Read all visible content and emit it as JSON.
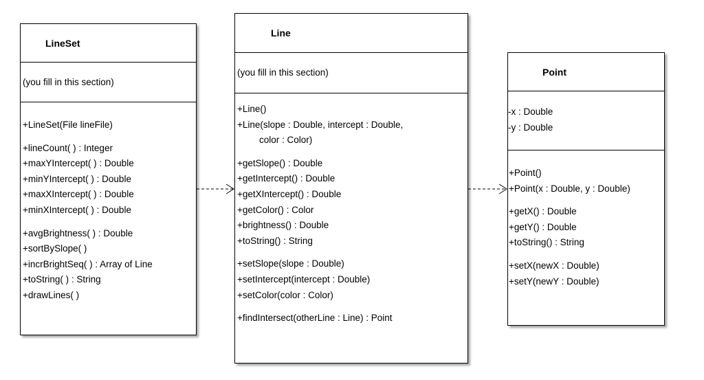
{
  "lineset": {
    "title": "LineSet",
    "attributes_note": "(you fill in this section)",
    "methods": [
      "+LineSet(File lineFile)",
      "+lineCount( ) : Integer",
      "+maxYIntercept( ) : Double",
      "+minYIntercept( ) : Double",
      "+maxXIntercept( ) : Double",
      "+minXIntercept( ) : Double",
      "+avgBrightness( ) : Double",
      "+sortBySlope( )",
      "+incrBrightSeq( ) : Array of Line",
      "+toString( ) : String",
      "+drawLines( )"
    ]
  },
  "line": {
    "title": "Line",
    "attributes_note": "(you fill in this section)",
    "methods": [
      "+Line()",
      "+Line(slope : Double, intercept : Double,",
      "color : Color)",
      "+getSlope() : Double",
      "+getIntercept() : Double",
      "+getXIntercept() : Double",
      "+getColor() : Color",
      "+brightness() : Double",
      "+toString() : String",
      "+setSlope(slope : Double)",
      "+setIntercept(intercept : Double)",
      "+setColor(color : Color)",
      "+findIntersect(otherLine : Line) : Point"
    ]
  },
  "point": {
    "title": "Point",
    "attributes": [
      "-x : Double",
      "-y : Double"
    ],
    "methods": [
      "+Point()",
      "+Point(x : Double, y : Double)",
      "+getX() : Double",
      "+getY() : Double",
      "+toString() : String",
      "+setX(newX : Double)",
      "+setY(newY : Double)"
    ]
  },
  "relationships": [
    {
      "from": "LineSet",
      "to": "Line",
      "kind": "dependency"
    },
    {
      "from": "Line",
      "to": "Point",
      "kind": "dependency"
    }
  ],
  "colors": {
    "border": "#000000",
    "background": "#ffffff",
    "text": "#000000"
  }
}
